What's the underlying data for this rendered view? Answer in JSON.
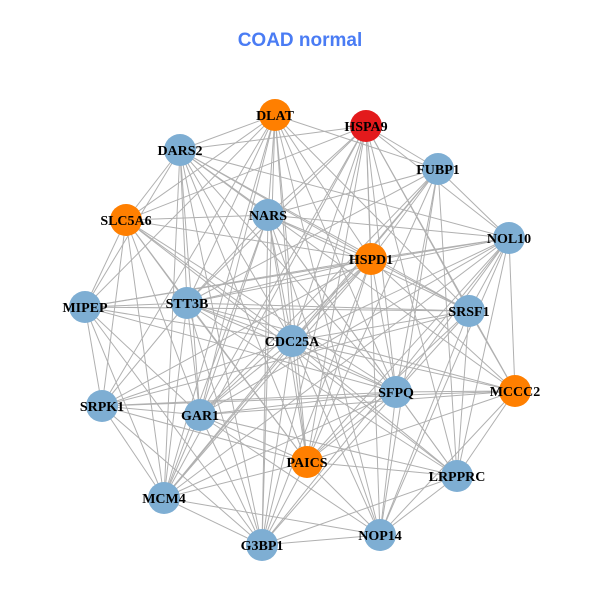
{
  "title": "COAD normal",
  "colors": {
    "blue": "#7eaed3",
    "orange": "#ff7f00",
    "red": "#e31a1c",
    "edge": "#b0b0b0"
  },
  "nodes": [
    {
      "id": "DLAT",
      "group": "orange"
    },
    {
      "id": "HSPA9",
      "group": "red"
    },
    {
      "id": "DARS2",
      "group": "blue"
    },
    {
      "id": "FUBP1",
      "group": "blue"
    },
    {
      "id": "SLC5A6",
      "group": "orange"
    },
    {
      "id": "NARS",
      "group": "blue"
    },
    {
      "id": "NOL10",
      "group": "blue"
    },
    {
      "id": "HSPD1",
      "group": "orange"
    },
    {
      "id": "MIPEP",
      "group": "blue"
    },
    {
      "id": "STT3B",
      "group": "blue"
    },
    {
      "id": "SRSF1",
      "group": "blue"
    },
    {
      "id": "CDC25A",
      "group": "blue"
    },
    {
      "id": "MCCC2",
      "group": "orange"
    },
    {
      "id": "SFPQ",
      "group": "blue"
    },
    {
      "id": "SRPK1",
      "group": "blue"
    },
    {
      "id": "GAR1",
      "group": "blue"
    },
    {
      "id": "PAICS",
      "group": "orange"
    },
    {
      "id": "LRPPRC",
      "group": "blue"
    },
    {
      "id": "MCM4",
      "group": "blue"
    },
    {
      "id": "NOP14",
      "group": "blue"
    },
    {
      "id": "G3BP1",
      "group": "blue"
    }
  ],
  "edges": [
    [
      0,
      2
    ],
    [
      0,
      4
    ],
    [
      0,
      5
    ],
    [
      0,
      7
    ],
    [
      0,
      8
    ],
    [
      0,
      9
    ],
    [
      0,
      11
    ],
    [
      0,
      13
    ],
    [
      0,
      14
    ],
    [
      0,
      15
    ],
    [
      0,
      16
    ],
    [
      0,
      18
    ],
    [
      0,
      19
    ],
    [
      0,
      20
    ],
    [
      0,
      10
    ],
    [
      0,
      3
    ],
    [
      1,
      2
    ],
    [
      1,
      3
    ],
    [
      1,
      5
    ],
    [
      1,
      6
    ],
    [
      1,
      7
    ],
    [
      1,
      9
    ],
    [
      1,
      10
    ],
    [
      1,
      11
    ],
    [
      1,
      13
    ],
    [
      1,
      15
    ],
    [
      1,
      16
    ],
    [
      1,
      17
    ],
    [
      1,
      18
    ],
    [
      1,
      19
    ],
    [
      1,
      20
    ],
    [
      1,
      4
    ],
    [
      1,
      12
    ],
    [
      2,
      4
    ],
    [
      2,
      5
    ],
    [
      2,
      7
    ],
    [
      2,
      8
    ],
    [
      2,
      9
    ],
    [
      2,
      10
    ],
    [
      2,
      11
    ],
    [
      2,
      13
    ],
    [
      2,
      15
    ],
    [
      2,
      16
    ],
    [
      2,
      18
    ],
    [
      2,
      20
    ],
    [
      2,
      6
    ],
    [
      2,
      12
    ],
    [
      3,
      6
    ],
    [
      3,
      7
    ],
    [
      3,
      9
    ],
    [
      3,
      11
    ],
    [
      3,
      13
    ],
    [
      3,
      16
    ],
    [
      3,
      17
    ],
    [
      3,
      19
    ],
    [
      3,
      15
    ],
    [
      3,
      5
    ],
    [
      3,
      18
    ],
    [
      4,
      5
    ],
    [
      4,
      8
    ],
    [
      4,
      9
    ],
    [
      4,
      11
    ],
    [
      4,
      13
    ],
    [
      4,
      14
    ],
    [
      4,
      15
    ],
    [
      4,
      16
    ],
    [
      4,
      18
    ],
    [
      4,
      7
    ],
    [
      4,
      17
    ],
    [
      5,
      6
    ],
    [
      5,
      7
    ],
    [
      5,
      9
    ],
    [
      5,
      10
    ],
    [
      5,
      11
    ],
    [
      5,
      13
    ],
    [
      5,
      15
    ],
    [
      5,
      16
    ],
    [
      5,
      18
    ],
    [
      5,
      20
    ],
    [
      5,
      19
    ],
    [
      5,
      17
    ],
    [
      6,
      7
    ],
    [
      6,
      9
    ],
    [
      6,
      10
    ],
    [
      6,
      11
    ],
    [
      6,
      12
    ],
    [
      6,
      13
    ],
    [
      6,
      15
    ],
    [
      6,
      16
    ],
    [
      6,
      17
    ],
    [
      6,
      18
    ],
    [
      6,
      19
    ],
    [
      6,
      20
    ],
    [
      6,
      8
    ],
    [
      7,
      9
    ],
    [
      7,
      10
    ],
    [
      7,
      11
    ],
    [
      7,
      13
    ],
    [
      7,
      15
    ],
    [
      7,
      16
    ],
    [
      7,
      18
    ],
    [
      7,
      20
    ],
    [
      7,
      12
    ],
    [
      7,
      14
    ],
    [
      7,
      8
    ],
    [
      8,
      9
    ],
    [
      8,
      11
    ],
    [
      8,
      14
    ],
    [
      8,
      15
    ],
    [
      8,
      18
    ],
    [
      8,
      10
    ],
    [
      8,
      13
    ],
    [
      8,
      20
    ],
    [
      9,
      10
    ],
    [
      9,
      11
    ],
    [
      9,
      13
    ],
    [
      9,
      14
    ],
    [
      9,
      15
    ],
    [
      9,
      16
    ],
    [
      9,
      18
    ],
    [
      9,
      20
    ],
    [
      9,
      12
    ],
    [
      9,
      17
    ],
    [
      10,
      11
    ],
    [
      10,
      12
    ],
    [
      10,
      13
    ],
    [
      10,
      16
    ],
    [
      10,
      17
    ],
    [
      10,
      19
    ],
    [
      10,
      14
    ],
    [
      11,
      12
    ],
    [
      11,
      13
    ],
    [
      11,
      14
    ],
    [
      11,
      15
    ],
    [
      11,
      16
    ],
    [
      11,
      17
    ],
    [
      11,
      18
    ],
    [
      11,
      19
    ],
    [
      11,
      20
    ],
    [
      12,
      13
    ],
    [
      12,
      16
    ],
    [
      12,
      17
    ],
    [
      12,
      19
    ],
    [
      12,
      15
    ],
    [
      12,
      14
    ],
    [
      13,
      15
    ],
    [
      13,
      16
    ],
    [
      13,
      17
    ],
    [
      13,
      18
    ],
    [
      13,
      19
    ],
    [
      13,
      20
    ],
    [
      13,
      14
    ],
    [
      14,
      15
    ],
    [
      14,
      18
    ],
    [
      14,
      20
    ],
    [
      14,
      16
    ],
    [
      15,
      16
    ],
    [
      15,
      18
    ],
    [
      15,
      19
    ],
    [
      15,
      20
    ],
    [
      15,
      17
    ],
    [
      16,
      17
    ],
    [
      16,
      18
    ],
    [
      16,
      19
    ],
    [
      16,
      20
    ],
    [
      17,
      19
    ],
    [
      17,
      20
    ],
    [
      18,
      19
    ],
    [
      18,
      20
    ],
    [
      19,
      20
    ]
  ]
}
